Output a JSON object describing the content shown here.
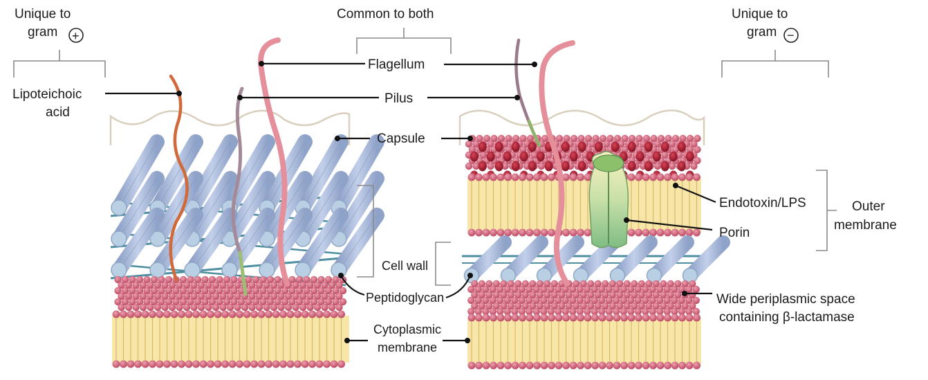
{
  "headers": {
    "gram_positive_line1": "Unique to",
    "gram_positive_line2": "gram",
    "common": "Common to both",
    "gram_negative_line1": "Unique to",
    "gram_negative_line2": "gram",
    "plus_symbol": "+",
    "minus_symbol": "−"
  },
  "labels": {
    "lipoteichoic_line1": "Lipoteichoic",
    "lipoteichoic_line2": "acid",
    "flagellum": "Flagellum",
    "pilus": "Pilus",
    "capsule": "Capsule",
    "cell_wall": "Cell wall",
    "peptidoglycan": "Peptidoglycan",
    "cytoplasmic_line1": "Cytoplasmic",
    "cytoplasmic_line2": "membrane",
    "endotoxin": "Endotoxin/LPS",
    "porin": "Porin",
    "outer_line1": "Outer",
    "outer_line2": "membrane",
    "periplasm_line1": "Wide periplasmic space",
    "periplasm_line2": "containing β-lactamase"
  },
  "colors": {
    "membrane_head": "#c9536b",
    "membrane_core": "#f7e6a8",
    "lps_head": "#a3182b",
    "rod": "#a7b8d8",
    "rod_end": "#b9d0e4",
    "crosslink": "#4d8ea0",
    "flagellum": "#e58f9b",
    "lipoteichoic": "#d06a3a",
    "pilus": "#9a7a8a",
    "porin": "#9fcf93",
    "capsule_outline": "#d8cfbd"
  }
}
